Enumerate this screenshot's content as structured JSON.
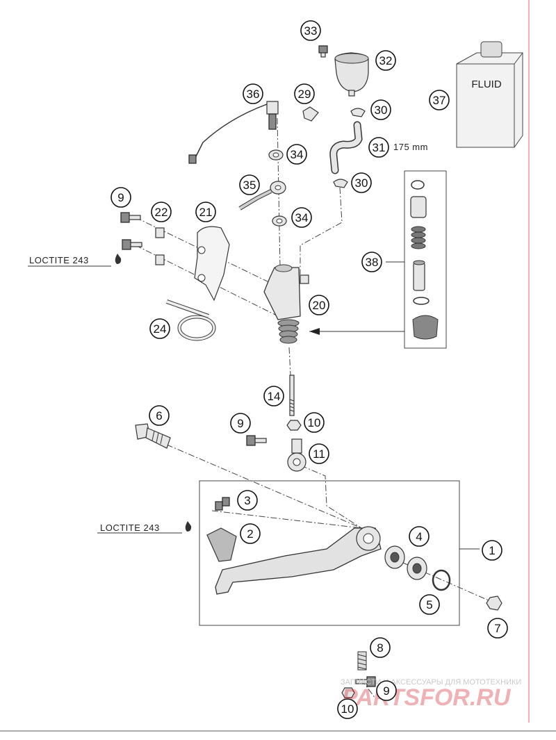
{
  "callouts": [
    {
      "n": "1"
    },
    {
      "n": "2"
    },
    {
      "n": "3"
    },
    {
      "n": "4"
    },
    {
      "n": "5"
    },
    {
      "n": "6"
    },
    {
      "n": "7"
    },
    {
      "n": "8"
    },
    {
      "n": "9"
    },
    {
      "n": "9"
    },
    {
      "n": "9"
    },
    {
      "n": "10"
    },
    {
      "n": "10"
    },
    {
      "n": "11"
    },
    {
      "n": "14"
    },
    {
      "n": "20"
    },
    {
      "n": "21"
    },
    {
      "n": "22"
    },
    {
      "n": "24"
    },
    {
      "n": "29"
    },
    {
      "n": "30"
    },
    {
      "n": "30"
    },
    {
      "n": "31"
    },
    {
      "n": "32"
    },
    {
      "n": "33"
    },
    {
      "n": "34"
    },
    {
      "n": "34"
    },
    {
      "n": "35"
    },
    {
      "n": "36"
    },
    {
      "n": "37"
    },
    {
      "n": "38"
    }
  ],
  "labels": {
    "loctite_top": "LOCTITE 243",
    "loctite_bottom": "LOCTITE 243",
    "hose_length": "175 mm",
    "fluid": "FLUID"
  },
  "watermark": {
    "caption": "ЗАПЧАСТИ И АКСЕССУАРЫ ДЛЯ МОТОТЕХНИКИ",
    "logo": "PARTSFOR.RU"
  },
  "colors": {
    "margin_line": "#e8636b",
    "watermark_red": "#d21f26",
    "line": "#333333"
  }
}
